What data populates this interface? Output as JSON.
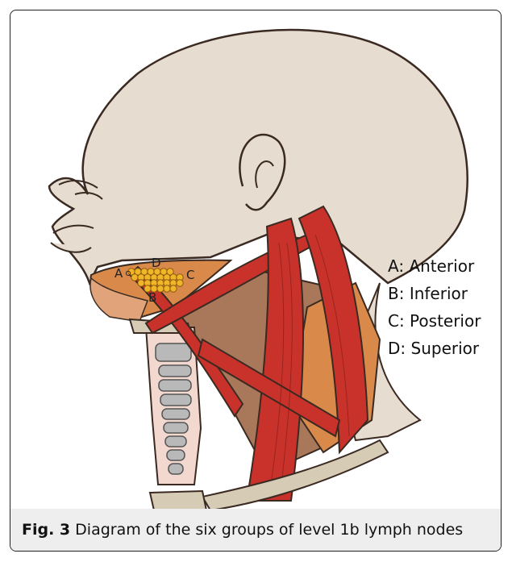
{
  "figure": {
    "label": "Fig. 3",
    "caption": "Diagram of the six groups of level 1b lymph nodes"
  },
  "legend": [
    {
      "letter": "A",
      "text": "A: Anterior"
    },
    {
      "letter": "B",
      "text": "B: Inferior"
    },
    {
      "letter": "C",
      "text": "C: Posterior"
    },
    {
      "letter": "D",
      "text": "D: Superior"
    }
  ],
  "markers": {
    "a": "A",
    "b": "B",
    "c": "C",
    "d": "D"
  },
  "colors": {
    "skin": "#e7dcd0",
    "muscle": "#c8322b",
    "gland": "#d98a4a",
    "deep": "#a9785a",
    "node": "#f1b528",
    "cartilage": "#b9b9b9"
  }
}
